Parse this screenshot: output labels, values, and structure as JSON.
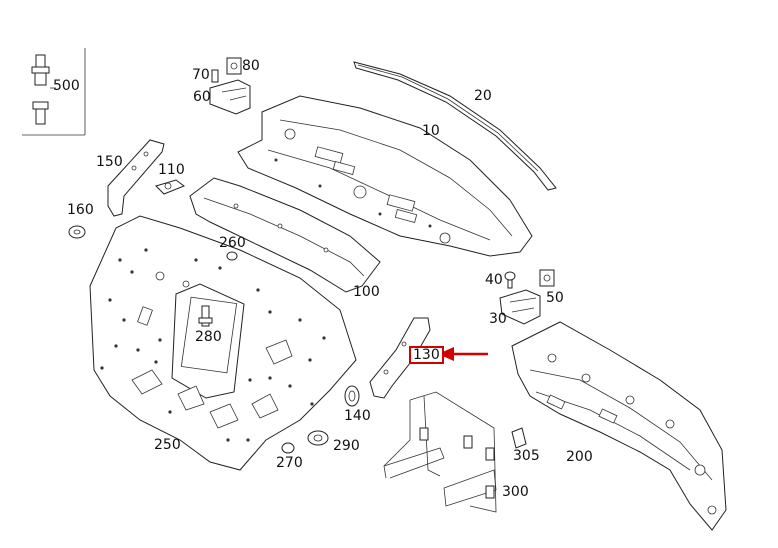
{
  "diagram": {
    "highlight_color": "#d40000",
    "labels": {
      "l500": "500",
      "l70": "70",
      "l80": "80",
      "l60": "60",
      "l20": "20",
      "l10": "10",
      "l150": "150",
      "l110": "110",
      "l160": "160",
      "l260": "260",
      "l100": "100",
      "l40": "40",
      "l50": "50",
      "l30": "30",
      "l280": "280",
      "l130": "130",
      "l140": "140",
      "l250": "250",
      "l290": "290",
      "l270": "270",
      "l305": "305",
      "l200": "200",
      "l300": "300"
    }
  }
}
